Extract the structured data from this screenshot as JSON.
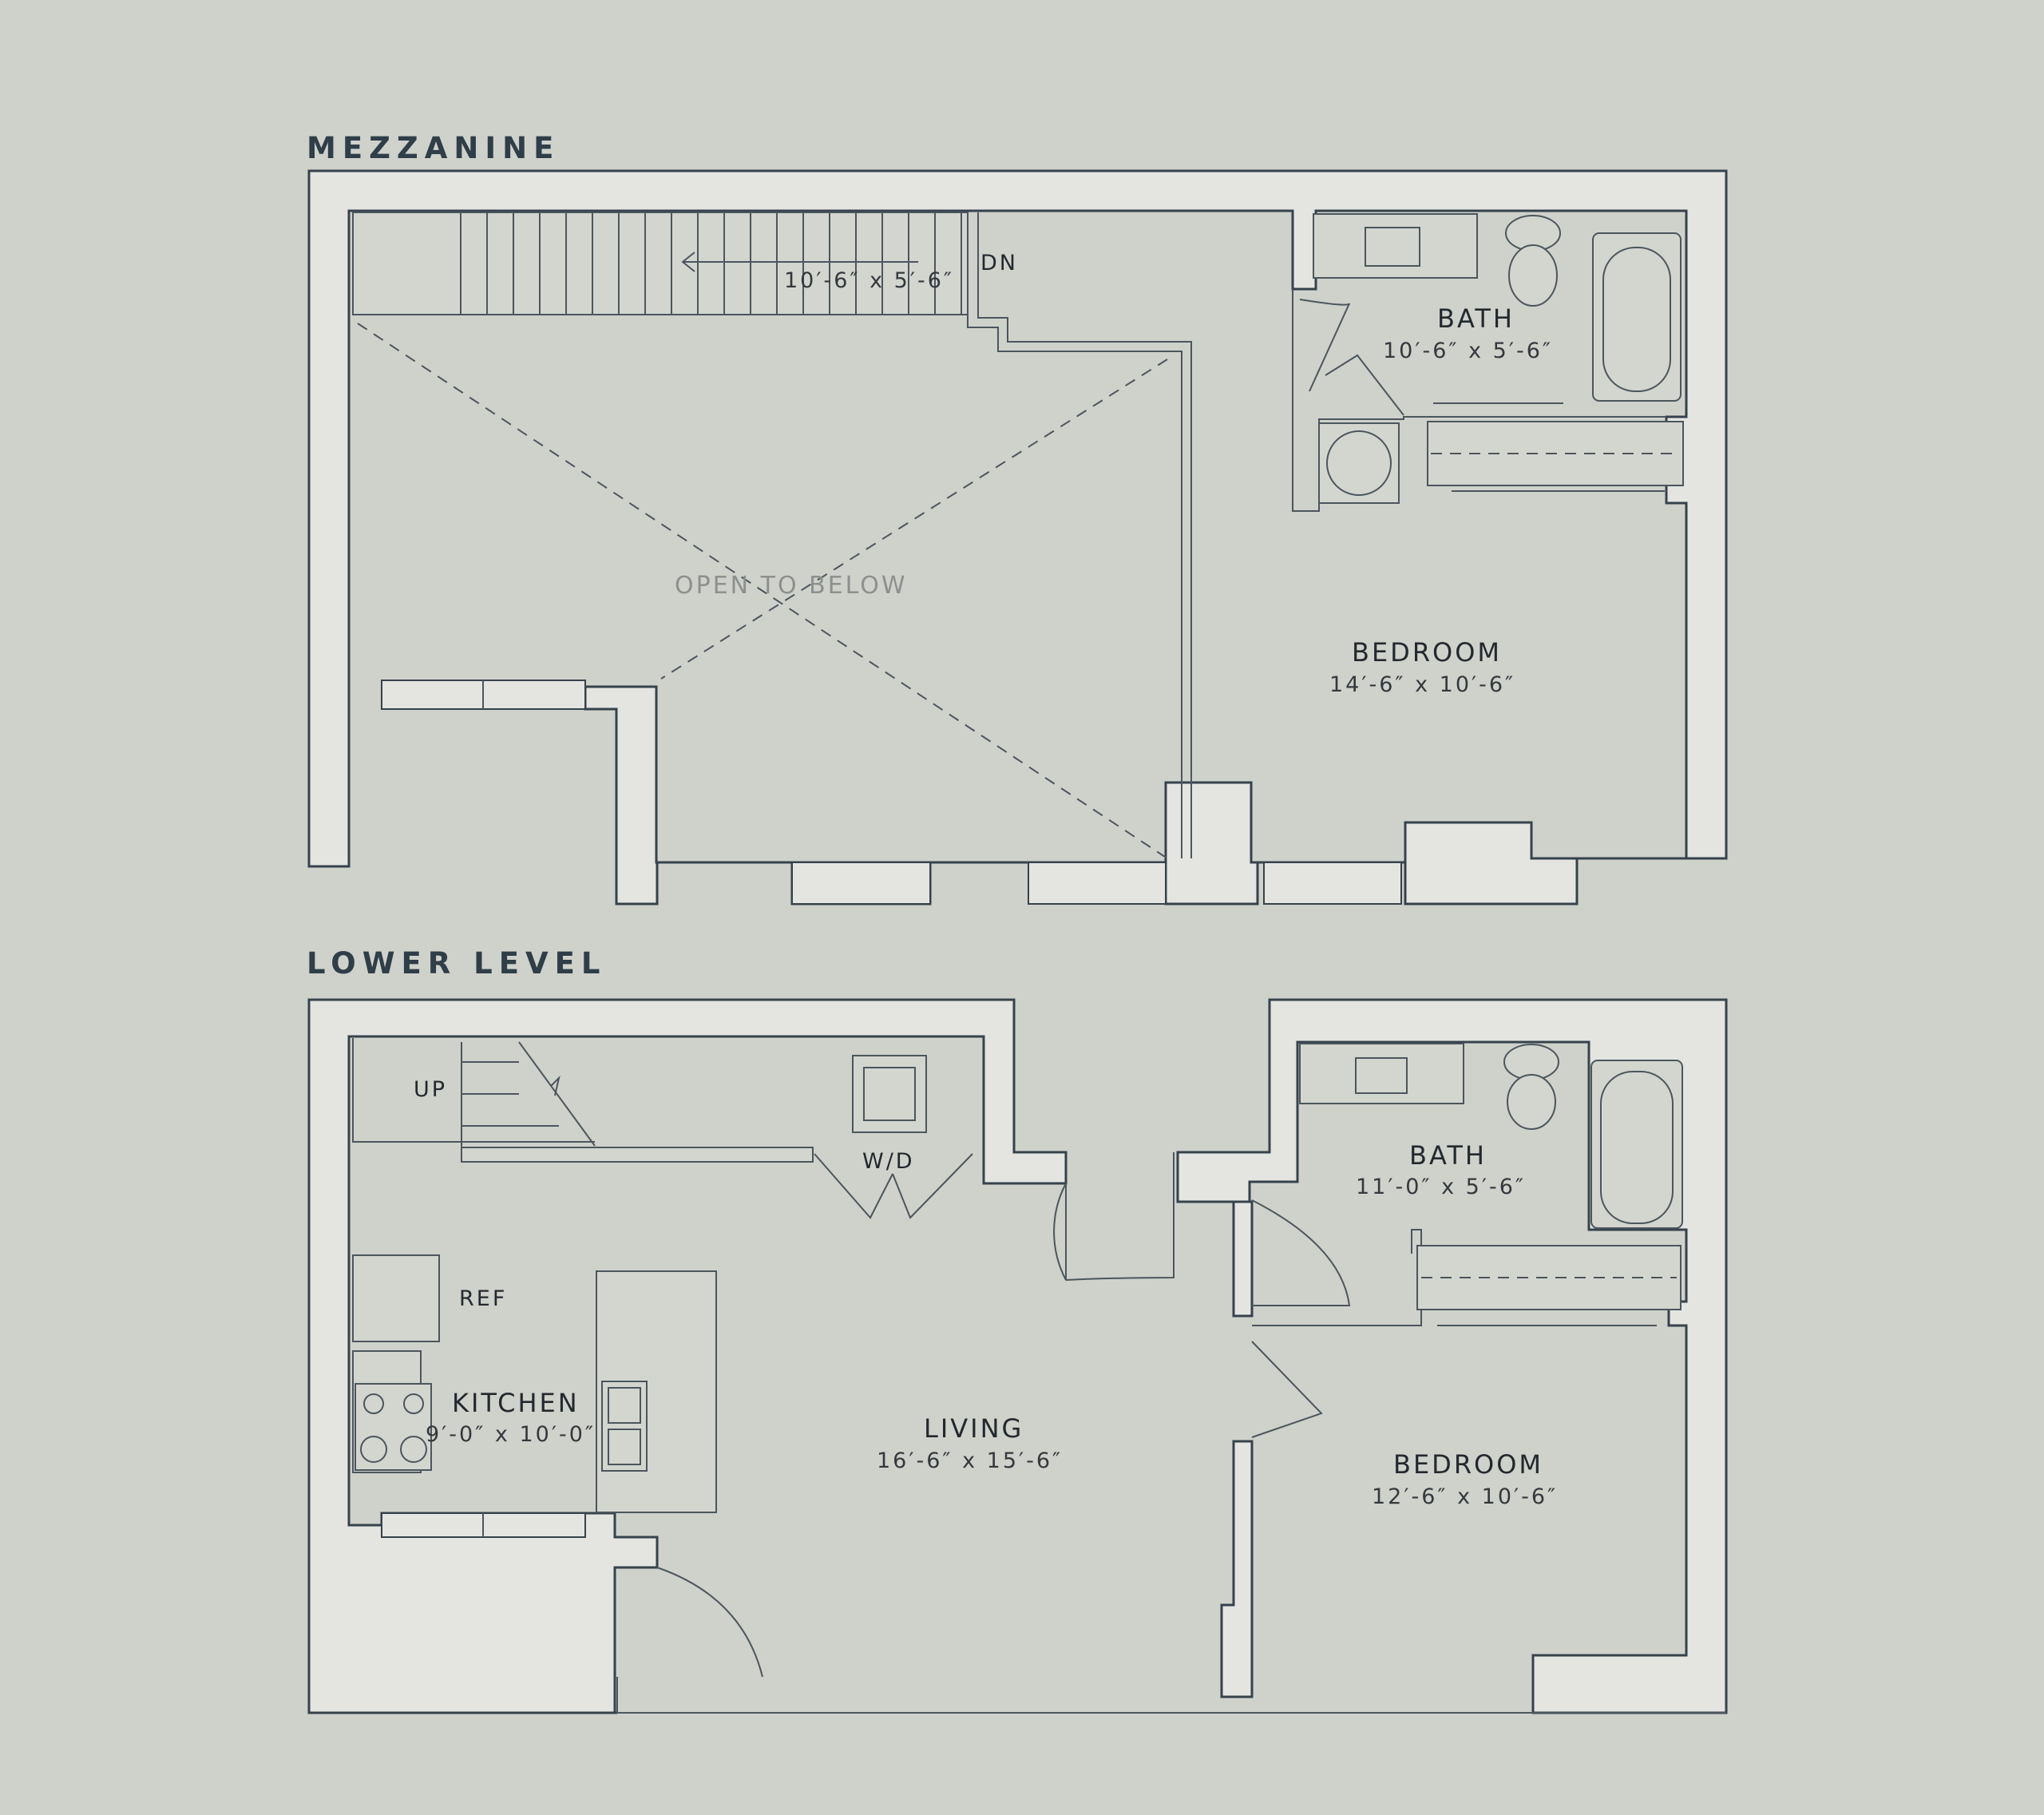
{
  "mezzanine": {
    "title": "MEZZANINE",
    "stair_label": "DN",
    "stair_dim": "10′-6″ x 5′-6″",
    "open_label": "OPEN TO BELOW",
    "bath": {
      "name": "BATH",
      "dim": "10′-6″ x 5′-6″"
    },
    "bedroom": {
      "name": "BEDROOM",
      "dim": "14′-6″ x 10′-6″"
    }
  },
  "lower": {
    "title": "LOWER LEVEL",
    "stair_label": "UP",
    "wd_label": "W/D",
    "ref_label": "REF",
    "kitchen": {
      "name": "KITCHEN",
      "dim": "9′-0″ x 10′-0″"
    },
    "living": {
      "name": "LIVING",
      "dim": "16′-6″ x 15′-6″"
    },
    "bath": {
      "name": "BATH",
      "dim": "11′-0″ x 5′-6″"
    },
    "bedroom": {
      "name": "BEDROOM",
      "dim": "12′-6″ x 10′-6″"
    }
  },
  "colors": {
    "background": "#cfd1cb",
    "wall_fill": "#e4e5e1",
    "line": "#36424b"
  }
}
